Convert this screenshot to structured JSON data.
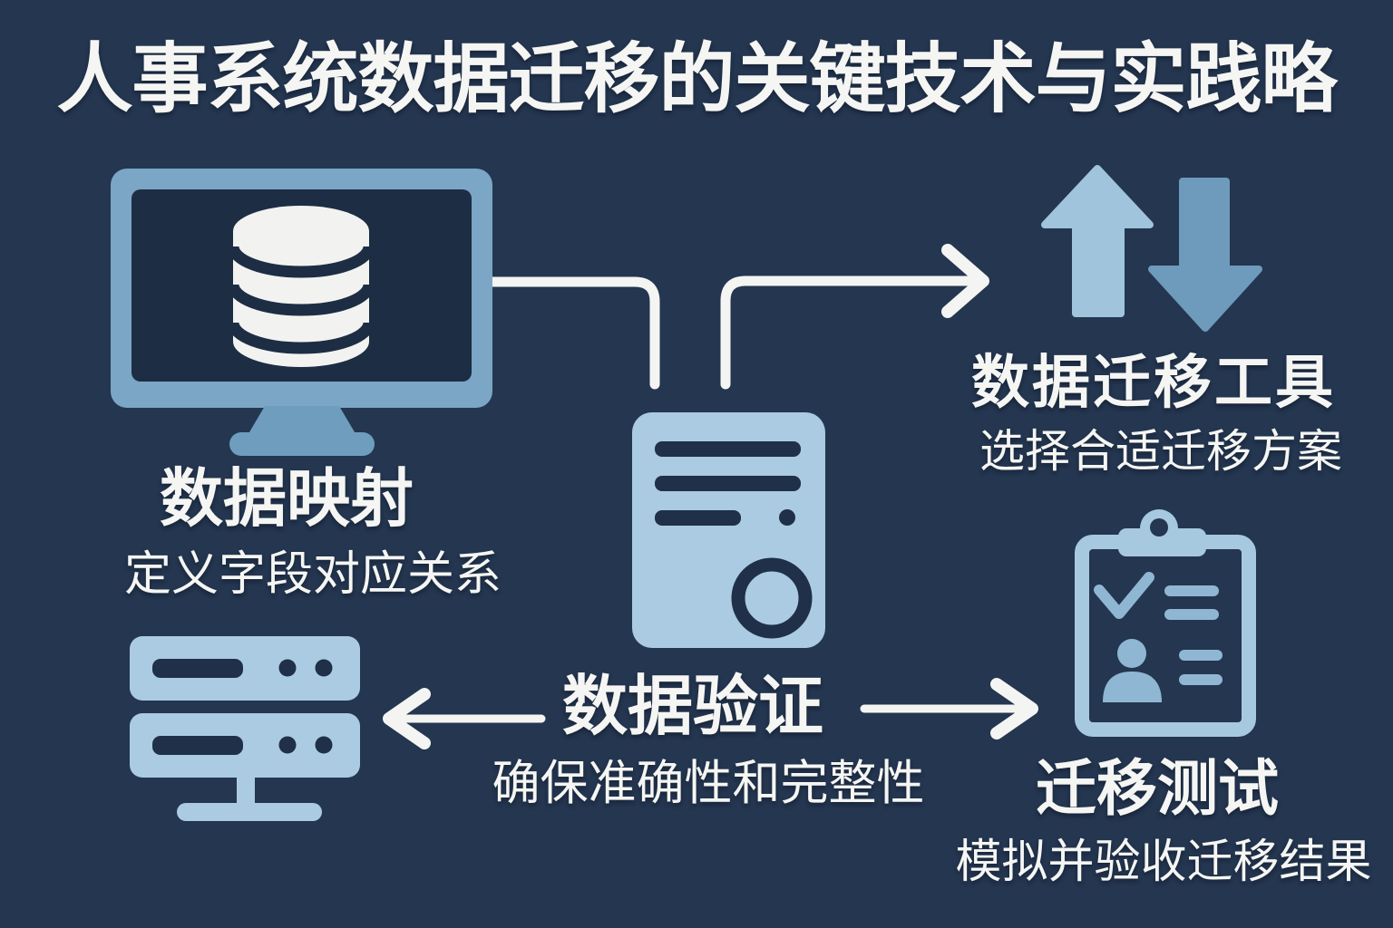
{
  "title": "人事系统数据迁移的关键技术与实践略",
  "nodes": {
    "data_mapping": {
      "label": "数据映射",
      "description": "定义字段对应关系",
      "icon": "monitor-database-icon"
    },
    "migration_tools": {
      "label": "数据迁移工具",
      "description": "选择合适迁移方案",
      "icon": "up-down-arrows-icon"
    },
    "data_validation": {
      "label": "数据验证",
      "description": "确保准确性和完整性",
      "icon": "server-document-icon"
    },
    "migration_testing": {
      "label": "迁移测试",
      "description": "模拟并验收迁移结果",
      "icon": "clipboard-checklist-icon"
    },
    "source_server": {
      "icon": "server-rack-icon"
    }
  },
  "icons": {
    "monitor-database-icon": "monitor with white database cylinder on screen",
    "database-icon": "white stacked-cylinder database",
    "up-down-arrows-icon": "upload and download arrows",
    "server-document-icon": "light blue server/document panel with bars and circle",
    "server-rack-icon": "two stacked server racks on a stand",
    "clipboard-checklist-icon": "clipboard with checkmark, person and list lines",
    "right-arrow-icon": "white arrow pointing right",
    "left-arrow-icon": "white arrow pointing left"
  },
  "colors": {
    "background": "#243650",
    "text": "#f5f6f3",
    "monitor_frame": "#7ba6c5",
    "screen_dark": "#1d2d44",
    "icon_dark": "#1f3048",
    "light_blue": "#aacbe2",
    "clipboard_blue": "#a7c9e0",
    "clipboard_inner": "#8fb7d3",
    "arrow_up": "#9fc4dc",
    "arrow_down": "#6e9abc",
    "stand_blue": "#6f9dbd",
    "connector_white": "#f4f5f3",
    "database_white": "#f2f3f1"
  }
}
